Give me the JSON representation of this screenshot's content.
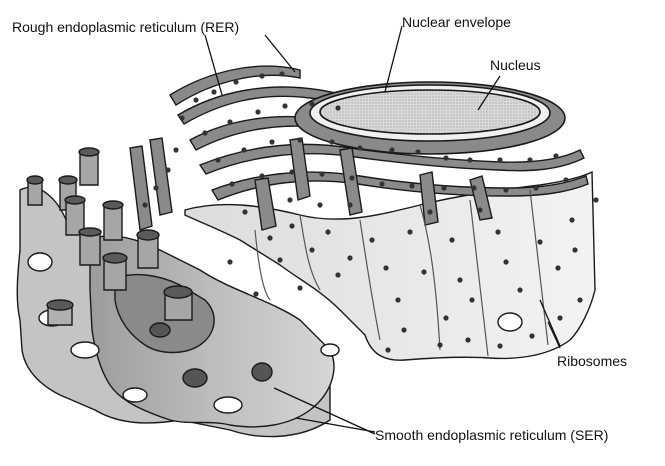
{
  "labels": {
    "rer": "Rough endoplasmic reticulum (RER)",
    "nuclear_envelope": "Nuclear envelope",
    "nucleus": "Nucleus",
    "ribosomes": "Ribosomes",
    "ser": "Smooth endoplasmic reticulum (SER)"
  },
  "colors": {
    "membrane_dark": "#6e6e6e",
    "membrane_mid": "#9a9a9a",
    "lumen_light": "#ededed",
    "ser_light": "#c8c8c8",
    "ser_mid": "#a0a0a0",
    "ser_dark": "#7a7a7a",
    "ribosome": "#333333",
    "outline": "#1a1a1a"
  }
}
